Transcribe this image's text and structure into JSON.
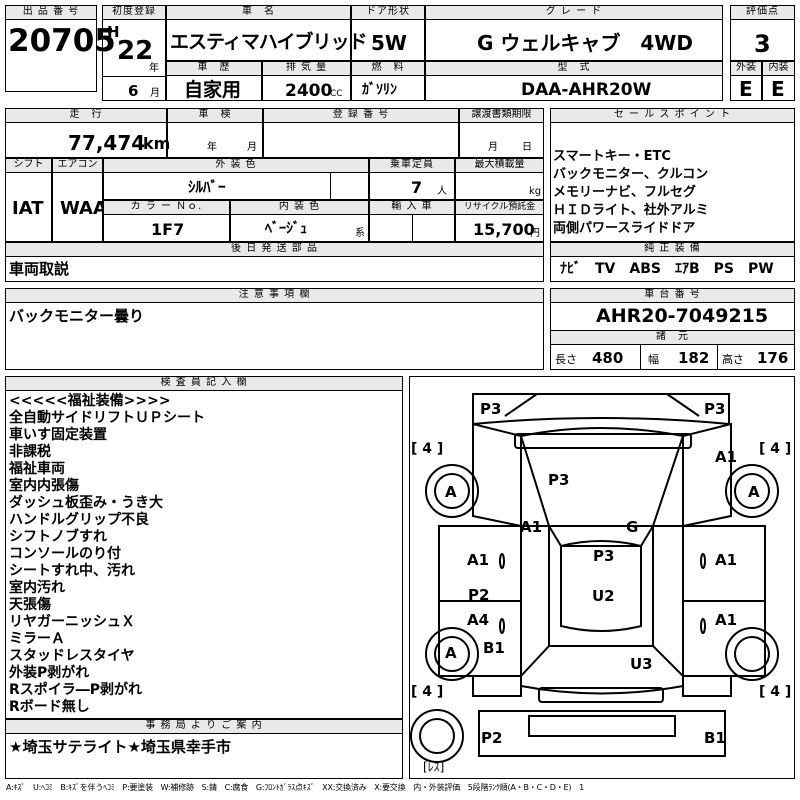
{
  "header_labels": {
    "lot": "出 品 番 号",
    "first_reg": "初度登録",
    "car_name": "車　名",
    "door": "ドア形状",
    "grade": "グ レ ー ド",
    "score": "評価点",
    "history": "車　歴",
    "displacement": "排 気 量",
    "fuel": "燃　料",
    "model_code": "型　式",
    "exterior": "外装",
    "interior": "内装",
    "mileage": "走　行",
    "inspection": "車　検",
    "reg_no": "登 録 番 号",
    "transfer_doc": "譲渡書類期限",
    "sales_points": "セ ー ル ス ポ イ ン ト",
    "shift": "シフト",
    "ac": "エアコン",
    "ext_color": "外 装 色",
    "capacity": "乗車定員",
    "max_load": "最大積載量",
    "color_no": "カ ラ ー Ｎｏ.",
    "int_color": "内 装 色",
    "import": "輸 入 車",
    "recycle": "リサイクル預託金",
    "later_parts": "後 日 発 送 部 品",
    "equipment": "純 正 装 備",
    "notes": "注 意 事 項 欄",
    "chassis": "車 台 番 号",
    "specs": "諸　元",
    "inspector": "検 査 員 記 入 欄",
    "office": "事 務 局 よ り ご 案 内"
  },
  "vehicle": {
    "lot_number": "20705",
    "era": "H",
    "year": "22",
    "year_unit": "年",
    "month": "6",
    "month_unit": "月",
    "car_name": "エスティマハイブリッド",
    "door": "5W",
    "grade": "G ウェルキャブ　4WD",
    "score": "3",
    "history": "自家用",
    "displacement": "2400",
    "cc": "CC",
    "fuel": "ｶﾞｿﾘﾝ",
    "model_code": "DAA-AHR20W",
    "exterior_grade": "E",
    "interior_grade": "E",
    "mileage": "77,474",
    "km": "km",
    "inspection_year_unit": "年",
    "inspection_month_unit": "月",
    "transfer_month_unit": "月",
    "transfer_day_unit": "日",
    "shift": "IAT",
    "ac": "WAA",
    "ext_color": "ｼﾙﾊﾞｰ",
    "capacity": "7",
    "capacity_unit": "人",
    "max_load_unit": "kg",
    "color_no": "1F7",
    "int_color": "ﾍﾞｰｼﾞｭ",
    "int_color_unit": "系",
    "recycle": "15,700",
    "recycle_unit": "円",
    "chassis": "AHR20-7049215"
  },
  "sales_points": [
    "スマートキー・ETC",
    "バックモニター、クルコン",
    "メモリーナビ、フルセグ",
    "ＨＩＤライト、社外アルミ",
    "両側パワースライドドア"
  ],
  "later_parts": "車両取説",
  "equipment": "ﾅﾋﾞ　TV　ABS　ｴｱB　PS　PW",
  "notes": "バックモニター曇り",
  "specs": {
    "len_label": "長さ",
    "len": "480",
    "wid_label": "幅",
    "wid": "182",
    "hei_label": "高さ",
    "hei": "176"
  },
  "inspector_notes": [
    "<<<<<福祉装備>>>>",
    "全自動サイドリフトＵＰシート",
    "車いす固定装置",
    "非課税",
    "福祉車両",
    "室内内張傷",
    "ダッシュ板歪み・うき大",
    "ハンドルグリップ不良",
    "シフトノブすれ",
    "コンソールのり付",
    "シートすれ中、汚れ",
    "室内汚れ",
    "天張傷",
    "リヤガーニッシュＸ",
    "ミラーＡ",
    "スタッドレスタイヤ",
    "外装P剥がれ",
    "Rスポイラ―P剥がれ",
    "Rボード無し"
  ],
  "office_note": "★埼玉サテライト★埼玉県幸手市",
  "diagram": {
    "marks": [
      "P3",
      "P3",
      "A1",
      "P3",
      "A1",
      "G",
      "A1",
      "P3",
      "A1",
      "P2",
      "U2",
      "A4",
      "A1",
      "B1",
      "U3",
      "P2",
      "B1"
    ],
    "tires": [
      "A",
      "A",
      "A"
    ],
    "tire_depths": [
      "[ 4 ]",
      "[ 4 ]",
      "[ 4 ]",
      "[ 4 ]"
    ],
    "spare_label": "[ﾚｽ]"
  },
  "legend": "A:ｷｽﾞ　U:ﾍｺﾐ　B:ｷｽﾞを伴うﾍｺﾐ　P:要塗装　W:補修跡　S:錆　C:腐食　G:ﾌﾛﾝﾄｶﾞﾗｽ点ｷｽﾞ　XX:交換済み　X:要交換　内・外装評価　5段階ﾗﾝｸ順(A・B・C・D・E)　1"
}
